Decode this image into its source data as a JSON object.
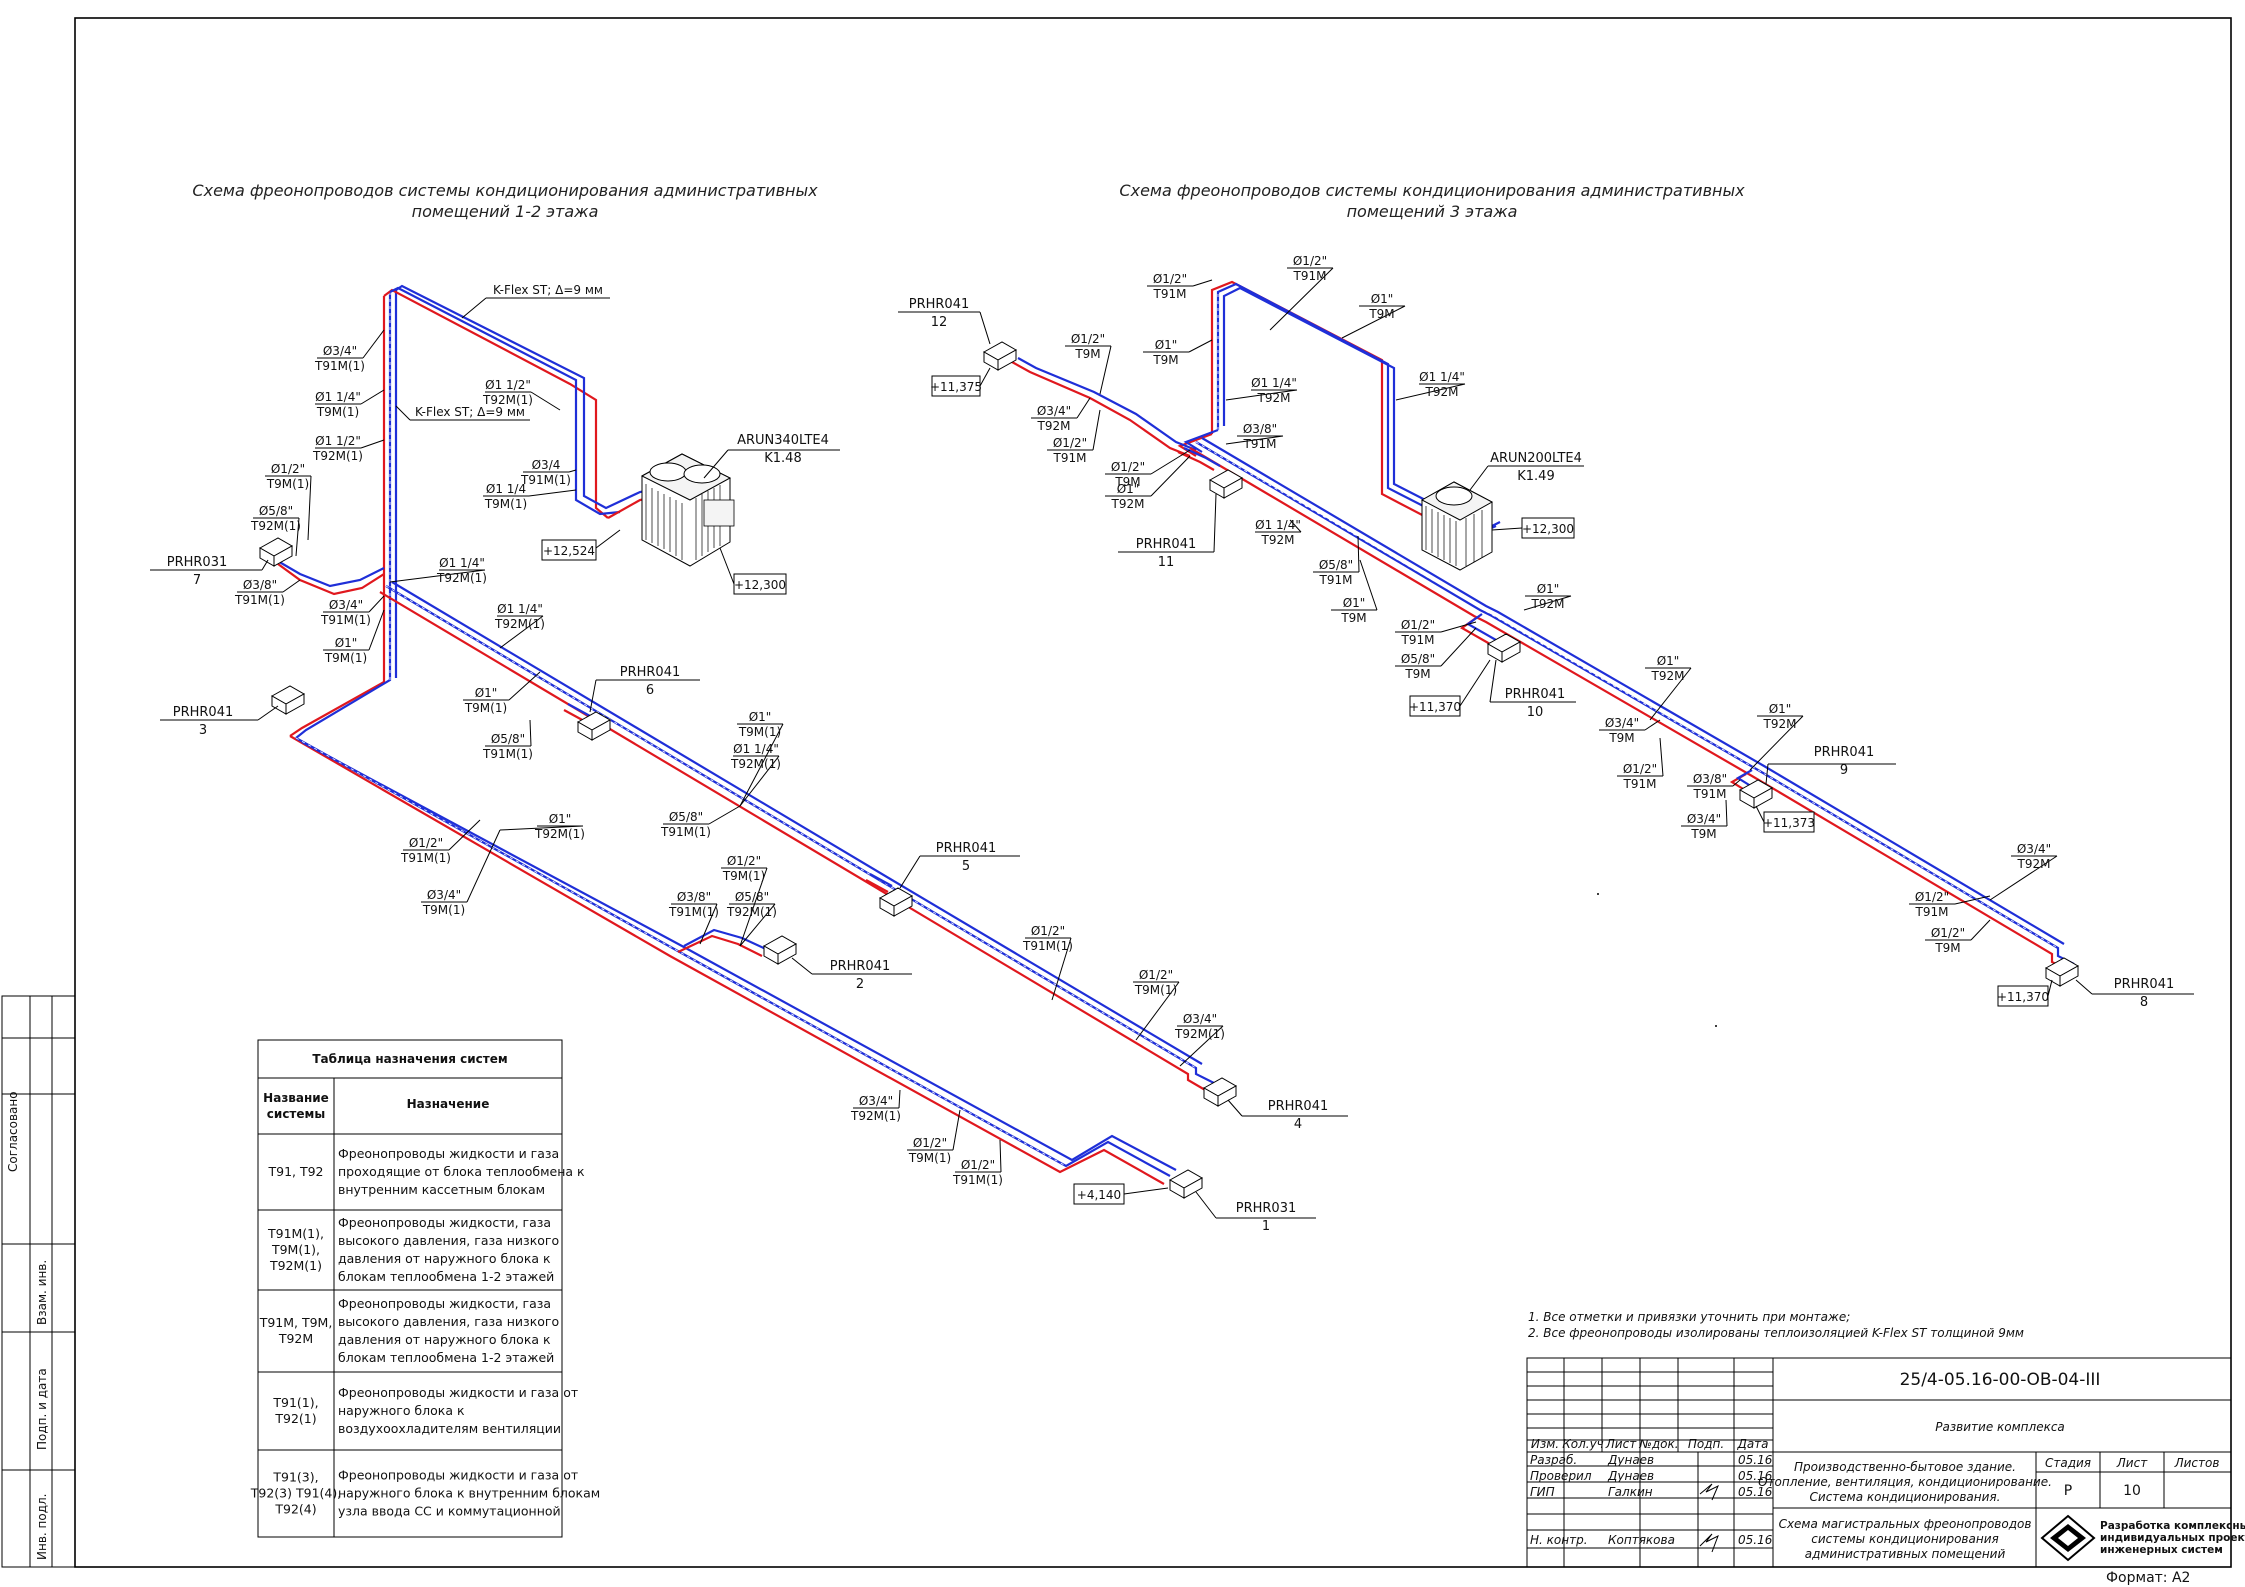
{
  "diagram_titles": {
    "left": [
      "Схема фреонопроводов системы кондиционирования административных",
      "помещений 1-2 этажа"
    ],
    "right": [
      "Схема фреонопроводов системы кондиционирования административных",
      "помещений 3 этажа"
    ]
  },
  "outdoor_units": [
    {
      "model": "ARUN340LTE4",
      "code": "K1.48",
      "elev_a": "+12,524",
      "elev_b": "+12,300"
    },
    {
      "model": "ARUN200LTE4",
      "code": "K1.49",
      "elev": "+12,300"
    }
  ],
  "insulation_labels": [
    "K-Flex ST; Δ=9 мм",
    "K-Flex ST; Δ=9 мм"
  ],
  "indoor_units": [
    {
      "model": "PRHR031",
      "num": "7"
    },
    {
      "model": "PRHR041",
      "num": "3"
    },
    {
      "model": "PRHR041",
      "num": "6"
    },
    {
      "model": "PRHR041",
      "num": "5"
    },
    {
      "model": "PRHR041",
      "num": "2"
    },
    {
      "model": "PRHR041",
      "num": "4"
    },
    {
      "model": "PRHR031",
      "num": "1"
    },
    {
      "model": "PRHR041",
      "num": "12"
    },
    {
      "model": "PRHR041",
      "num": "11"
    },
    {
      "model": "PRHR041",
      "num": "10"
    },
    {
      "model": "PRHR041",
      "num": "9"
    },
    {
      "model": "PRHR041",
      "num": "8"
    }
  ],
  "elevations": [
    "+4,140",
    "+11,375",
    "+11,370",
    "+11,373",
    "+11,370"
  ],
  "pipe_labels_left": [
    [
      "Ø3/4\"",
      "T91M(1)"
    ],
    [
      "Ø1 1/4\"",
      "T9M(1)"
    ],
    [
      "Ø1 1/2\"",
      "T92M(1)"
    ],
    [
      "Ø1/2\"",
      "T9M(1)"
    ],
    [
      "Ø5/8\"",
      "T92M(1)"
    ],
    [
      "Ø3/8\"",
      "T91M(1)"
    ],
    [
      "Ø1 1/2\"",
      "T92M(1)"
    ],
    [
      "Ø3/4",
      "T91M(1)"
    ],
    [
      "Ø1 1/4",
      "T9M(1)"
    ],
    [
      "Ø1 1/4\"",
      "T92M(1)"
    ],
    [
      "Ø3/4\"",
      "T91M(1)"
    ],
    [
      "Ø1\"",
      "T9M(1)"
    ],
    [
      "Ø1 1/4\"",
      "T92M(1)"
    ],
    [
      "Ø1\"",
      "T9M(1)"
    ],
    [
      "Ø5/8\"",
      "T91M(1)"
    ],
    [
      "Ø1\"",
      "T9M(1)"
    ],
    [
      "Ø1 1/4\"",
      "T92M(1)"
    ],
    [
      "Ø5/8\"",
      "T91M(1)"
    ],
    [
      "Ø1\"",
      "T92M(1)"
    ],
    [
      "Ø1/2\"",
      "T91M(1)"
    ],
    [
      "Ø3/4\"",
      "T9M(1)"
    ],
    [
      "Ø1/2\"",
      "T9M(1)"
    ],
    [
      "Ø3/8\"",
      "T91M(1)"
    ],
    [
      "Ø5/8\"",
      "T92M(1)"
    ],
    [
      "Ø1/2\"",
      "T91M(1)"
    ],
    [
      "Ø1/2\"",
      "T9M(1)"
    ],
    [
      "Ø3/4\"",
      "T92M(1)"
    ],
    [
      "Ø3/4\"",
      "T92M(1)"
    ],
    [
      "Ø1/2\"",
      "T9M(1)"
    ],
    [
      "Ø1/2\"",
      "T91M(1)"
    ]
  ],
  "pipe_labels_right": [
    [
      "Ø1/2\"",
      "T91M"
    ],
    [
      "Ø1/2\"",
      "T91M"
    ],
    [
      "Ø1\"",
      "T9M"
    ],
    [
      "Ø1\"",
      "T9M"
    ],
    [
      "Ø1/2\"",
      "T9M"
    ],
    [
      "Ø3/4\"",
      "T92M"
    ],
    [
      "Ø1/2\"",
      "T91M"
    ],
    [
      "Ø1 1/4\"",
      "T92M"
    ],
    [
      "Ø1 1/4\"",
      "T92M"
    ],
    [
      "Ø3/8\"",
      "T91M"
    ],
    [
      "Ø1/2\"",
      "T9M"
    ],
    [
      "Ø1\"",
      "T92M"
    ],
    [
      "Ø1 1/4\"",
      "T92M"
    ],
    [
      "Ø5/8\"",
      "T91M"
    ],
    [
      "Ø1\"",
      "T9M"
    ],
    [
      "Ø1\"",
      "T92M"
    ],
    [
      "Ø1/2\"",
      "T91M"
    ],
    [
      "Ø5/8\"",
      "T9M"
    ],
    [
      "Ø1\"",
      "T92M"
    ],
    [
      "Ø3/4\"",
      "T9M"
    ],
    [
      "Ø1/2\"",
      "T91M"
    ],
    [
      "Ø1\"",
      "T92M"
    ],
    [
      "Ø3/8\"",
      "T91M"
    ],
    [
      "Ø3/4\"",
      "T9M"
    ],
    [
      "Ø3/4\"",
      "T92M"
    ],
    [
      "Ø1/2\"",
      "T91M"
    ],
    [
      "Ø1/2\"",
      "T9M"
    ]
  ],
  "systems_table": {
    "title": "Таблица назначения систем",
    "headers": [
      "Название системы",
      "Назначение"
    ],
    "rows": [
      [
        "T91, T92",
        "Фреонопроводы жидкости и газа проходящие от блока теплообмена к внутренним кассетным блокам"
      ],
      [
        "T91M(1), T9M(1), T92M(1)",
        "Фреонопроводы жидкости, газа высокого давления, газа низкого давления от наружного блока к блокам теплообмена 1-2 этажей"
      ],
      [
        "T91M, T9M, T92M",
        "Фреонопроводы жидкости, газа высокого давления, газа низкого давления от наружного блока к блокам теплообмена 1-2 этажей"
      ],
      [
        "T91(1), T92(1)",
        "Фреонопроводы жидкости и газа от наружного блока к воздухоохладителям вентиляции"
      ],
      [
        "T91(3), T92(3) T91(4), T92(4)",
        "Фреонопроводы жидкости и газа от наружного блока к внутренним блокам узла ввода СС и коммутационной"
      ]
    ]
  },
  "notes": [
    "1. Все отметки и привязки уточнить при монтаже;",
    "2. Все фреонопроводы изолированы теплоизоляцией K-Flex ST толщиной 9мм"
  ],
  "title_block": {
    "doc_code": "25/4-05.16-00-ОВ-04-III",
    "project": "Развитие комплекса",
    "col_heads": [
      "Изм.",
      "Кол.уч",
      "Лист",
      "№док.",
      "Подп.",
      "Дата"
    ],
    "people": [
      [
        "Разраб.",
        "Дунаев",
        "05.16"
      ],
      [
        "Проверил",
        "Дунаев",
        "05.16"
      ],
      [
        "ГИП",
        "Галкин",
        "05.16"
      ],
      [
        "Н. контр.",
        "Коптякова",
        "05.16"
      ]
    ],
    "building": [
      "Производственно-бытовое здание.",
      "Отопление, вентиляция, кондиционирование.",
      "Система кондиционирования."
    ],
    "sheet_title": [
      "Схема магистральных фреонопроводов",
      "системы кондиционирования",
      "административных помещений"
    ],
    "stage_heads": [
      "Стадия",
      "Лист",
      "Листов"
    ],
    "stage": "Р",
    "sheet": "10",
    "sheets": "",
    "org": [
      "Разработка комплексных",
      "индивидуальных проектов",
      "инженерных систем"
    ],
    "format": "Формат: А2"
  },
  "side_stamp": [
    "Согласовано",
    "Взам. инв.",
    "Подп. и дата",
    "Инв. подл."
  ],
  "colors": {
    "liquid_pipe": "#e0181e",
    "gas_pipe": "#1f2fd8",
    "ink": "#000000"
  }
}
